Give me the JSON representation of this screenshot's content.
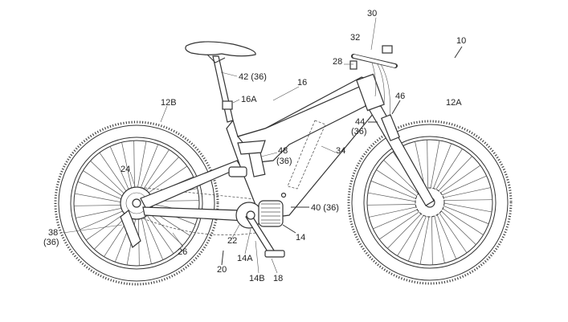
{
  "figure": {
    "labels": {
      "bicycle": "10",
      "front_wheel": "12A",
      "rear_wheel": "12B",
      "drive_unit": "14",
      "drive_unit_a": "14A",
      "drive_unit_b": "14B",
      "frame": "16",
      "seat_tube": "16A",
      "crank": "18",
      "drive_train": "20",
      "front_sprocket": "22",
      "rear_sprocket": "24",
      "chain": "26",
      "operating_device": "28",
      "handlebar": "30",
      "brake_lever": "32",
      "battery": "34",
      "derailleur": "38",
      "derailleur_sub": "(36)",
      "motor_unit": "40 (36)",
      "seatpost": "42 (36)",
      "front_suspension": "44",
      "front_suspension_sub": "(36)",
      "fork_arrow": "46",
      "rear_suspension": "48",
      "rear_suspension_sub": "(36)"
    }
  }
}
